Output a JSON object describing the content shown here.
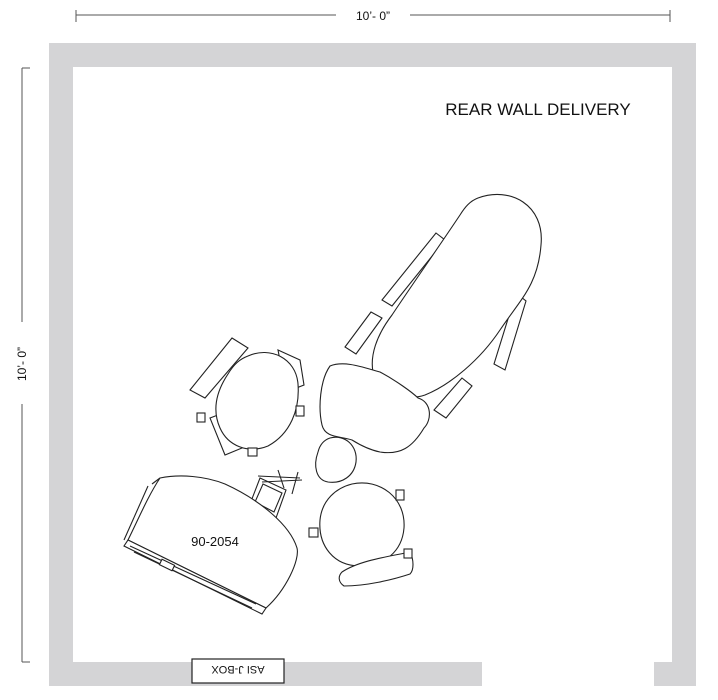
{
  "dimensions": {
    "width_label": "10’- 0”",
    "height_label": "10’- 0”"
  },
  "room": {
    "title": "REAR WALL DELIVERY",
    "wall_color": "#d4d4d6",
    "line_color": "#222222"
  },
  "cabinet": {
    "model": "90-2054"
  },
  "jbox": {
    "label": "ASI J-BOX"
  }
}
